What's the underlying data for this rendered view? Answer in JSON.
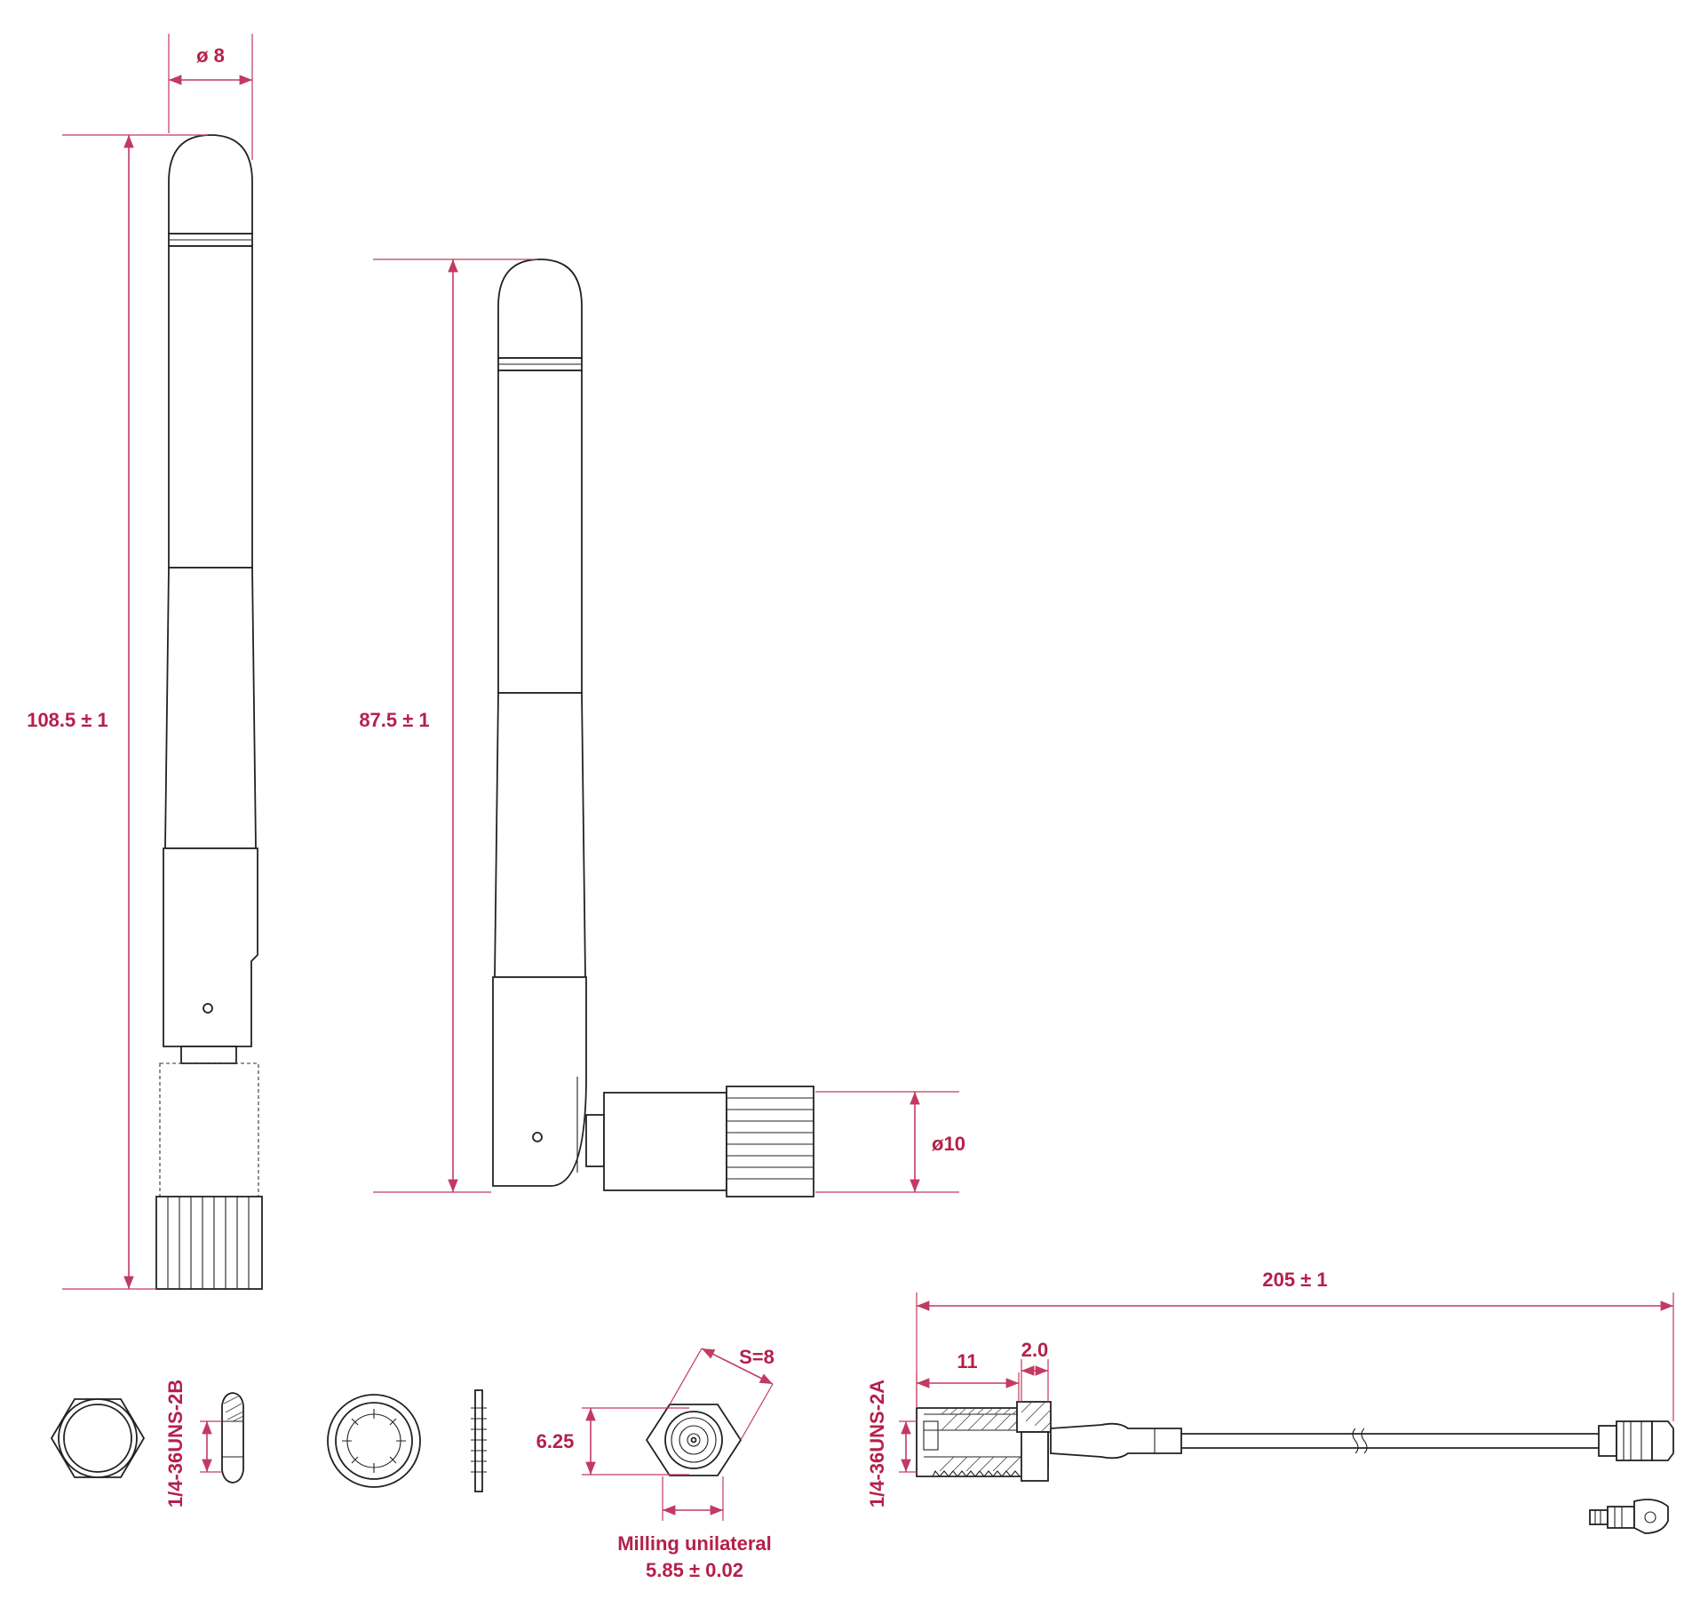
{
  "colors": {
    "dimension": "#b5204b",
    "outline": "#222222",
    "background": "#ffffff"
  },
  "dimensions": {
    "straight_diameter": "ø 8",
    "straight_length": "108.5 ± 1",
    "angled_length": "87.5 ± 1",
    "angled_diameter": "ø10",
    "nut_thread": "1/4-36UNS-2B",
    "socket_across_flats": "S=8",
    "socket_height": "6.25",
    "milling_label": "Milling unilateral",
    "milling_value": "5.85 ± 0.02",
    "cable_length": "205 ± 1",
    "connector_length": "11",
    "flange_width": "2.0",
    "connector_thread": "1/4-36UNS-2A"
  }
}
